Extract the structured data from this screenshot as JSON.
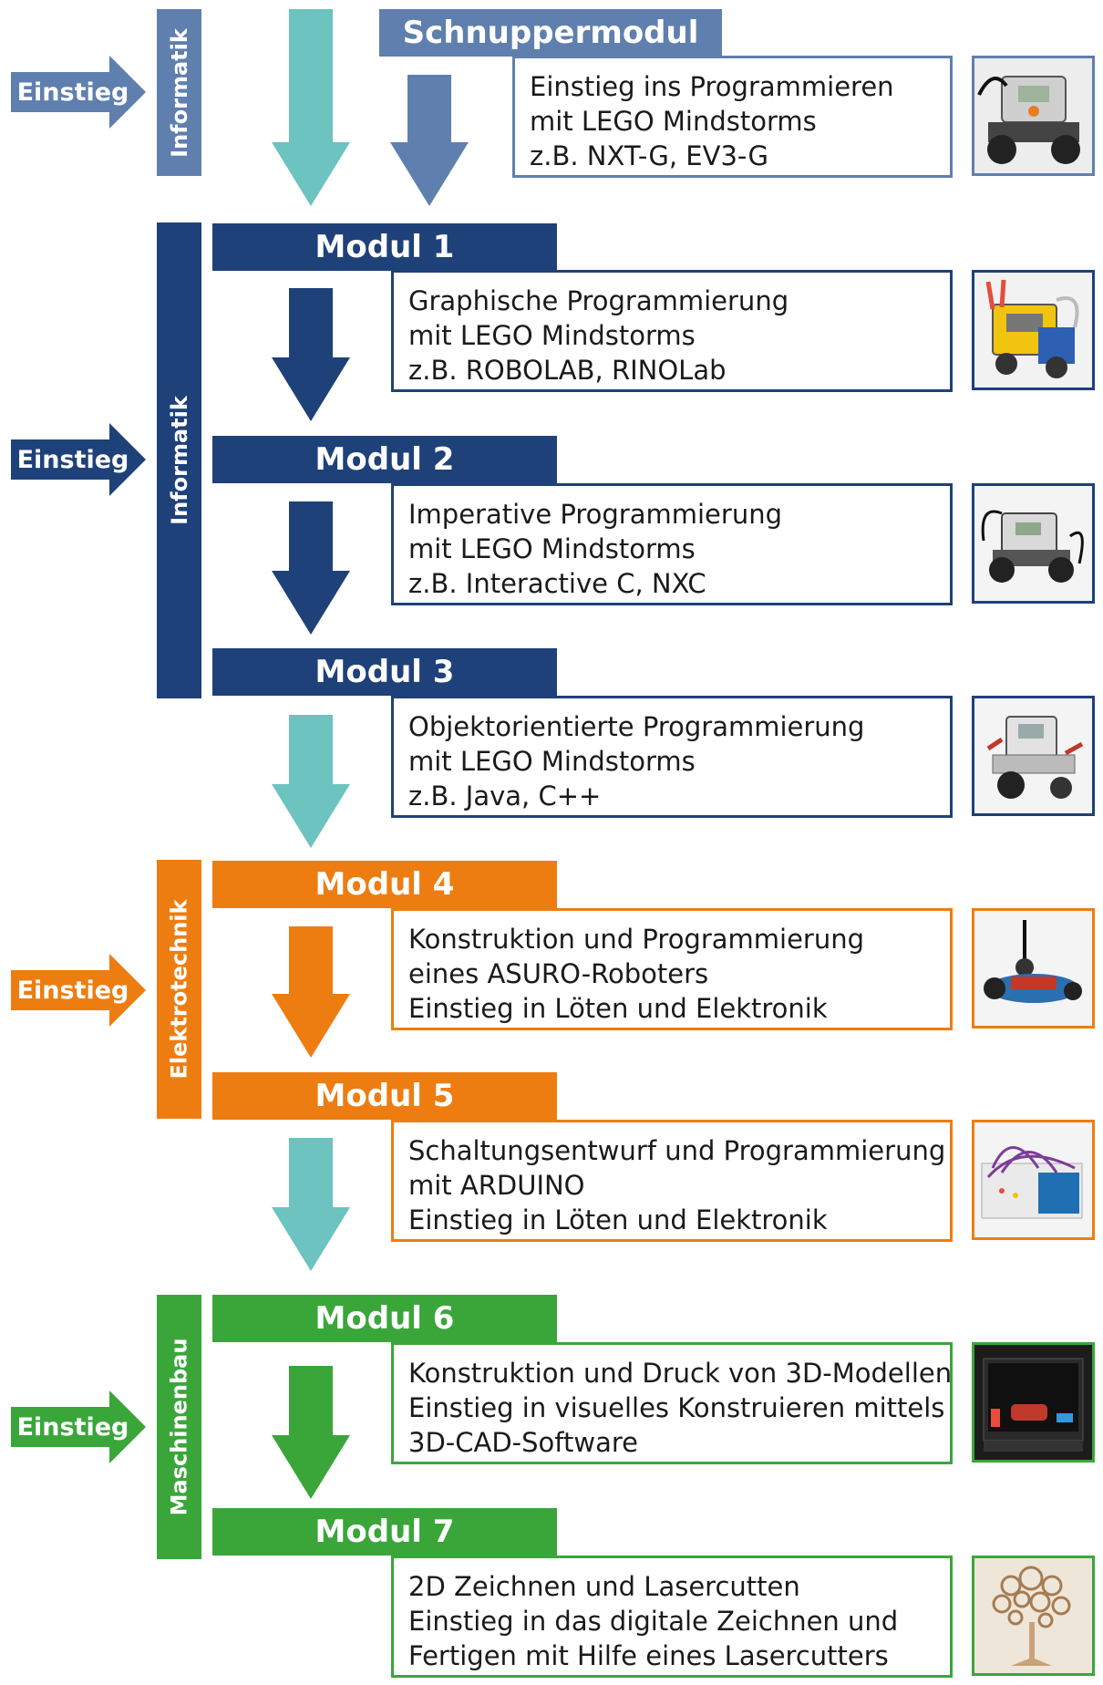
{
  "colors": {
    "schnupper": "#5f7fae",
    "informatik": "#1f4179",
    "elektrotechnik": "#ee7d11",
    "maschinenbau": "#3aa63a",
    "teal": "#6cc3bf"
  },
  "sections": {
    "schnupper": {
      "label": "Informatik",
      "entry": "Einstieg"
    },
    "informatik": {
      "label": "Informatik",
      "entry": "Einstieg"
    },
    "elektrotechnik": {
      "label": "Elektrotechnik",
      "entry": "Einstieg"
    },
    "maschinenbau": {
      "label": "Maschinenbau",
      "entry": "Einstieg"
    }
  },
  "modules": [
    {
      "title": "Schnuppermodul",
      "lines": [
        "Einstieg ins Programmieren",
        "mit LEGO Mindstorms",
        "z.B. NXT-G, EV3-G"
      ],
      "image": "lego-nxt-robot-photo"
    },
    {
      "title": "Modul 1",
      "lines": [
        "Graphische Programmierung",
        "mit LEGO Mindstorms",
        "z.B. ROBOLAB, RINOLab"
      ],
      "image": "lego-rcx-robot-photo"
    },
    {
      "title": "Modul 2",
      "lines": [
        "Imperative Programmierung",
        "mit LEGO Mindstorms",
        "z.B. Interactive C, NXC"
      ],
      "image": "lego-nxt-vehicle-photo"
    },
    {
      "title": "Modul 3",
      "lines": [
        "Objektorientierte Programmierung",
        "mit LEGO Mindstorms",
        "z.B. Java, C++"
      ],
      "image": "lego-ev3-vehicle-photo"
    },
    {
      "title": "Modul 4",
      "lines": [
        "Konstruktion und Programmierung",
        "eines ASURO-Roboters",
        "Einstieg in Löten und Elektronik"
      ],
      "image": "asuro-robot-photo"
    },
    {
      "title": "Modul 5",
      "lines": [
        "Schaltungsentwurf und Programmierung",
        "mit ARDUINO",
        "Einstieg in Löten und Elektronik"
      ],
      "image": "arduino-breadboard-photo"
    },
    {
      "title": "Modul 6",
      "lines": [
        "Konstruktion und Druck von 3D-Modellen",
        "Einstieg in visuelles Konstruieren mittels",
        "3D-CAD-Software"
      ],
      "image": "3d-printer-photo"
    },
    {
      "title": "Modul 7",
      "lines": [
        "2D Zeichnen und Lasercutten",
        "Einstieg in das digitale Zeichnen und",
        "Fertigen mit Hilfe eines Lasercutters"
      ],
      "image": "laser-cut-tree-photo"
    }
  ]
}
